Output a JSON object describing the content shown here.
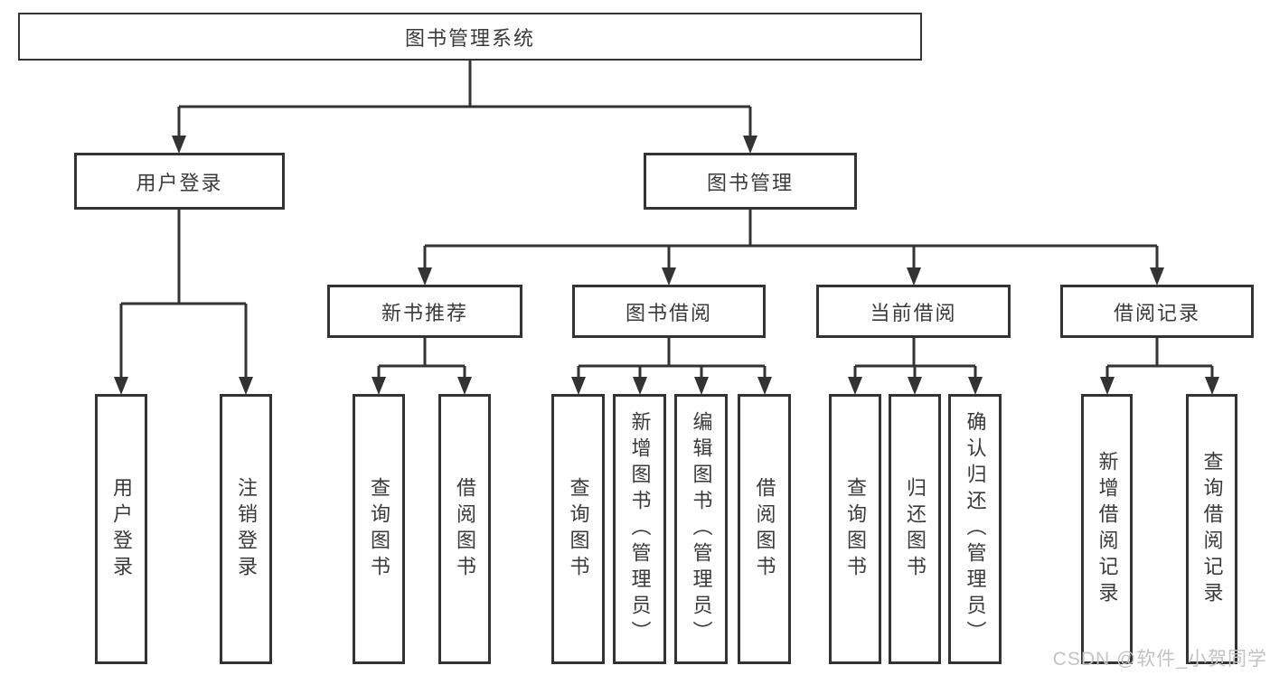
{
  "diagram_title": "图书管理系统",
  "tree": {
    "label": "图书管理系统",
    "children": [
      {
        "label": "用户登录",
        "children": [
          {
            "label": "用户登录"
          },
          {
            "label": "注销登录"
          }
        ]
      },
      {
        "label": "图书管理",
        "children": [
          {
            "label": "新书推荐",
            "children": [
              {
                "label": "查询图书"
              },
              {
                "label": "借阅图书"
              }
            ]
          },
          {
            "label": "图书借阅",
            "children": [
              {
                "label": "查询图书"
              },
              {
                "label": "新增图书（管理员）"
              },
              {
                "label": "编辑图书（管理员）"
              },
              {
                "label": "借阅图书"
              }
            ]
          },
          {
            "label": "当前借阅",
            "children": [
              {
                "label": "查询图书"
              },
              {
                "label": "归还图书"
              },
              {
                "label": "确认归还（管理员）"
              }
            ]
          },
          {
            "label": "借阅记录",
            "children": [
              {
                "label": "新增借阅记录"
              },
              {
                "label": "查询借阅记录"
              }
            ]
          }
        ]
      }
    ]
  },
  "colors": {
    "line": "#333333",
    "text": "#3a3a3a",
    "watermark": "#c3c3c3",
    "background": "#ffffff"
  },
  "watermark": {
    "text": "CSDN @软件_小贺同学"
  }
}
